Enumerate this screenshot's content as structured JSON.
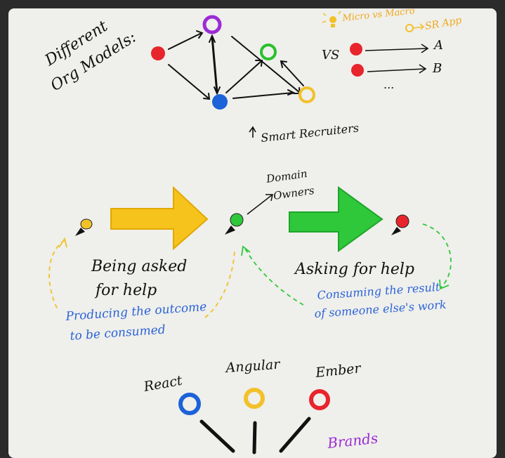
{
  "texts": {
    "different": "Different",
    "org_models": "Org Models:",
    "micro_vs_macro": "Micro vs Macro",
    "sr_app": "SR App",
    "vs": "VS",
    "a": "A",
    "b": "B",
    "ellipsis": "...",
    "smart_recruiters": "Smart Recruiters",
    "domain": "Domain",
    "owners": "Owners",
    "being_asked": "Being asked",
    "for_help": "for help",
    "asking_for_help": "Asking for help",
    "producing_1": "Producing the outcome",
    "producing_2": "to be consumed",
    "consuming_1": "Consuming the result",
    "consuming_2": "of someone else's work",
    "react": "React",
    "angular": "Angular",
    "ember": "Ember",
    "bottom_partial": "Brands"
  },
  "colors": {
    "red": "#e8242c",
    "purple": "#9b2bd6",
    "green": "#28c22c",
    "orange": "#f2c12a",
    "blue": "#1c62d8",
    "yellow_arrow": "#f6c31c",
    "green_arrow": "#2fc83a"
  }
}
